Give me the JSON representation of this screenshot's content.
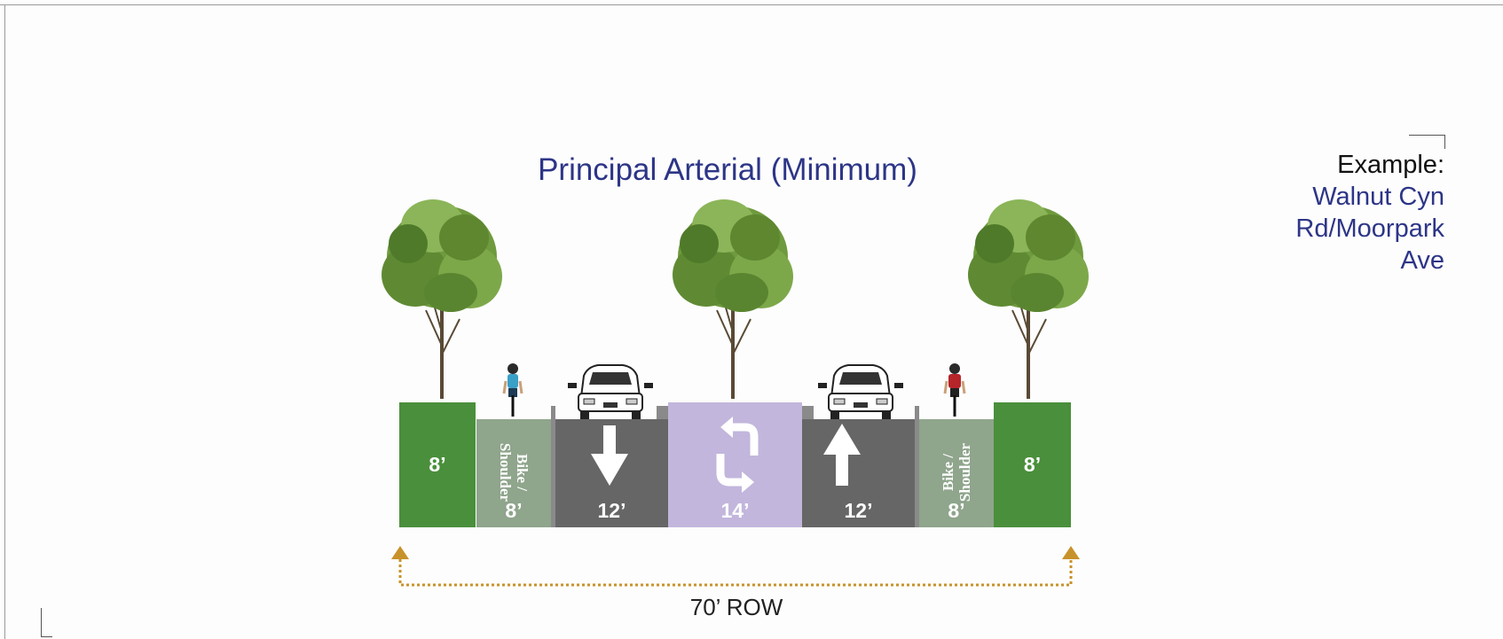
{
  "title": "Principal Arterial (Minimum)",
  "example": {
    "label": "Example:",
    "lines": [
      "Walnut Cyn",
      "Rd/Moorpark",
      "Ave"
    ]
  },
  "segments": [
    {
      "name": "planting-strip-left",
      "width_label": "8’"
    },
    {
      "name": "bike-shoulder-left",
      "label_line1": "Bike /",
      "label_line2": "Shoulder",
      "width_label": "8’"
    },
    {
      "name": "travel-lane-southbound",
      "width_label": "12’"
    },
    {
      "name": "two-way-turn-lane",
      "width_label": "14’"
    },
    {
      "name": "travel-lane-northbound",
      "width_label": "12’"
    },
    {
      "name": "bike-shoulder-right",
      "label_line1": "Bike /",
      "label_line2": "Shoulder",
      "width_label": "8’"
    },
    {
      "name": "planting-strip-right",
      "width_label": "8’"
    }
  ],
  "row_label": "70’ ROW",
  "colors": {
    "planting": "#4a8f3c",
    "bike": "#8fa58c",
    "travel": "#666666",
    "turn": "#c2b6dc",
    "title": "#2d3587",
    "dimension_line": "#c8922a"
  },
  "icons": [
    "tree-icon",
    "cyclist-icon",
    "car-icon",
    "down-arrow-icon",
    "up-arrow-icon",
    "two-way-turn-icon"
  ]
}
